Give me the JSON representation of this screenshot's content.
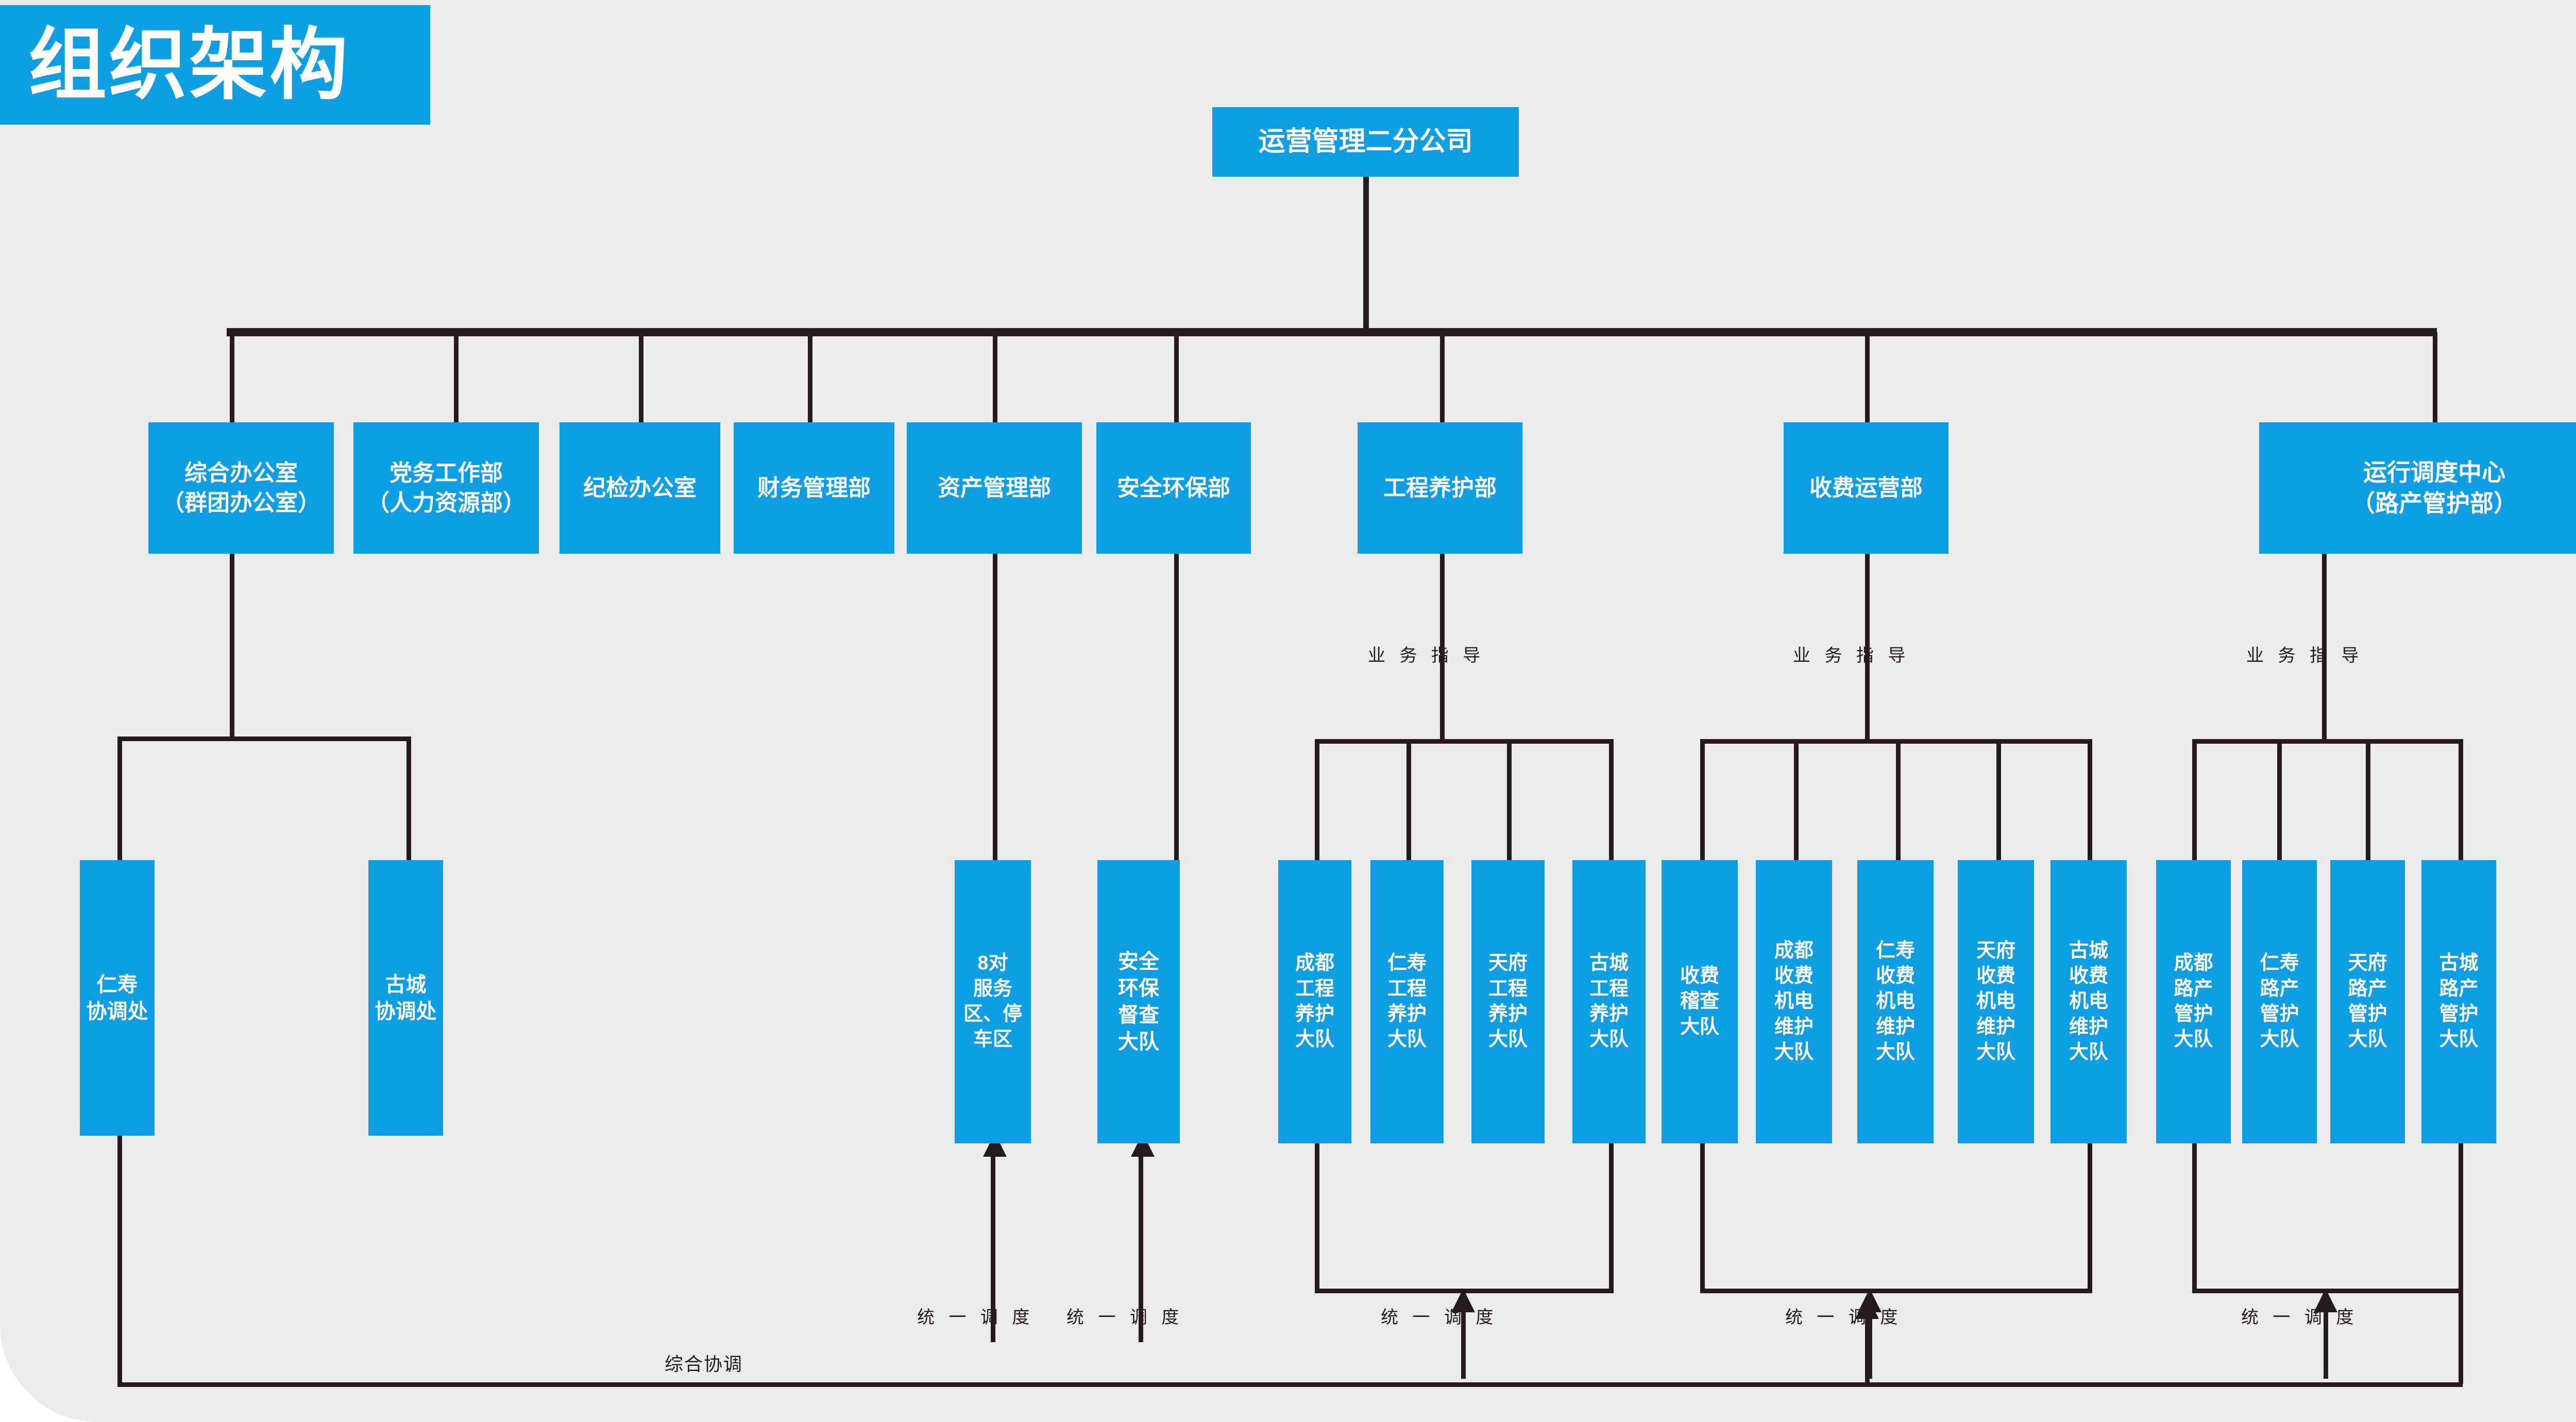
{
  "page": {
    "title": "组织架构",
    "background_color": "#ebebeb",
    "accent_color": "#0d9ee4",
    "line_color": "#241c1c"
  },
  "chart_data": {
    "type": "org-chart",
    "title": "组织架构",
    "root": "运营管理二分公司",
    "levels": [
      {
        "name": "departments",
        "nodes": [
          "综合办公室\n（群团办公室）",
          "党务工作部\n（人力资源部）",
          "纪检办公室",
          "财务管理部",
          "资产管理部",
          "安全环保部",
          "工程养护部",
          "收费运营部",
          "运行调度中心\n（路产管护部）"
        ]
      },
      {
        "name": "units",
        "nodes": [
          "仁寿\n协调处",
          "古城\n协调处",
          "8对\n服务\n区、停\n车区",
          "安全\n环保\n督查\n大队",
          "成都\n工程\n养护\n大队",
          "仁寿\n工程\n养护\n大队",
          "天府\n工程\n养护\n大队",
          "古城\n工程\n养护\n大队",
          "收费\n稽查\n大队",
          "成都\n收费\n机电\n维护\n大队",
          "仁寿\n收费\n机电\n维护\n大队",
          "天府\n收费\n机电\n维护\n大队",
          "古城\n收费\n机电\n维护\n大队",
          "成都\n路产\n管护\n大队",
          "仁寿\n路产\n管护\n大队",
          "天府\n路产\n管护\n大队",
          "古城\n路产\n管护\n大队"
        ]
      }
    ],
    "edge_labels": {
      "business_guidance": "业 务 指 导",
      "unified_dispatch": "统 一 调 度",
      "comprehensive_coordination": "综合协调"
    },
    "relations": [
      {
        "from": "运营管理二分公司",
        "to": "综合办公室（群团办公室）",
        "type": "hierarchy"
      },
      {
        "from": "运营管理二分公司",
        "to": "党务工作部（人力资源部）",
        "type": "hierarchy"
      },
      {
        "from": "运营管理二分公司",
        "to": "纪检办公室",
        "type": "hierarchy"
      },
      {
        "from": "运营管理二分公司",
        "to": "财务管理部",
        "type": "hierarchy"
      },
      {
        "from": "运营管理二分公司",
        "to": "资产管理部",
        "type": "hierarchy"
      },
      {
        "from": "运营管理二分公司",
        "to": "安全环保部",
        "type": "hierarchy"
      },
      {
        "from": "运营管理二分公司",
        "to": "工程养护部",
        "type": "hierarchy"
      },
      {
        "from": "运营管理二分公司",
        "to": "收费运营部",
        "type": "hierarchy"
      },
      {
        "from": "运营管理二分公司",
        "to": "运行调度中心（路产管护部）",
        "type": "hierarchy"
      },
      {
        "from": "综合办公室（群团办公室）",
        "to": "仁寿协调处",
        "type": "hierarchy"
      },
      {
        "from": "综合办公室（群团办公室）",
        "to": "古城协调处",
        "type": "hierarchy"
      },
      {
        "from": "资产管理部",
        "to": "8对服务区、停车区",
        "type": "hierarchy"
      },
      {
        "from": "安全环保部",
        "to": "安全环保督查大队",
        "type": "hierarchy"
      },
      {
        "from": "工程养护部",
        "to": "工程养护大队",
        "type": "业 务 指 导"
      },
      {
        "from": "收费运营部",
        "to": "收费机电维护大队",
        "type": "业 务 指 导"
      },
      {
        "from": "运行调度中心（路产管护部）",
        "to": "路产管护大队",
        "type": "业 务 指 导"
      },
      {
        "from": "运行调度中心（路产管护部）",
        "to": "各大队",
        "type": "统 一 调 度"
      },
      {
        "from": "综合办公室（群团办公室）",
        "to": "运行调度中心（路产管护部）",
        "type": "综合协调"
      }
    ]
  },
  "nodes": {
    "root": {
      "label": "运营管理二分公司"
    },
    "departments": [
      {
        "id": "office",
        "label": "综合办公室\n（群团办公室）"
      },
      {
        "id": "party",
        "label": "党务工作部\n（人力资源部）"
      },
      {
        "id": "discipline",
        "label": "纪检办公室"
      },
      {
        "id": "finance",
        "label": "财务管理部"
      },
      {
        "id": "asset",
        "label": "资产管理部"
      },
      {
        "id": "safety",
        "label": "安全环保部"
      },
      {
        "id": "engineering",
        "label": "工程养护部"
      },
      {
        "id": "toll",
        "label": "收费运营部"
      },
      {
        "id": "dispatch",
        "label": "运行调度中心\n（路产管护部）"
      }
    ],
    "units": [
      {
        "id": "u-renshou-coord",
        "label": "仁寿\n协调处"
      },
      {
        "id": "u-gucheng-coord",
        "label": "古城\n协调处"
      },
      {
        "id": "u-service-areas",
        "label": "8对\n服务\n区、停\n车区"
      },
      {
        "id": "u-safety-insp",
        "label": "安全\n环保\n督查\n大队"
      },
      {
        "id": "u-cd-eng",
        "label": "成都\n工程\n养护\n大队"
      },
      {
        "id": "u-rs-eng",
        "label": "仁寿\n工程\n养护\n大队"
      },
      {
        "id": "u-tf-eng",
        "label": "天府\n工程\n养护\n大队"
      },
      {
        "id": "u-gc-eng",
        "label": "古城\n工程\n养护\n大队"
      },
      {
        "id": "u-toll-audit",
        "label": "收费\n稽查\n大队"
      },
      {
        "id": "u-cd-toll",
        "label": "成都\n收费\n机电\n维护\n大队"
      },
      {
        "id": "u-rs-toll",
        "label": "仁寿\n收费\n机电\n维护\n大队"
      },
      {
        "id": "u-tf-toll",
        "label": "天府\n收费\n机电\n维护\n大队"
      },
      {
        "id": "u-gc-toll",
        "label": "古城\n收费\n机电\n维护\n大队"
      },
      {
        "id": "u-cd-road",
        "label": "成都\n路产\n管护\n大队"
      },
      {
        "id": "u-rs-road",
        "label": "仁寿\n路产\n管护\n大队"
      },
      {
        "id": "u-tf-road",
        "label": "天府\n路产\n管护\n大队"
      },
      {
        "id": "u-gc-road",
        "label": "古城\n路产\n管护\n大队"
      }
    ]
  },
  "labels": {
    "guidance_1": "业 务 指 导",
    "guidance_2": "业 务 指 导",
    "guidance_3": "业 务 指 导",
    "dispatch_1": "统 一 调 度",
    "dispatch_2": "统 一 调 度",
    "dispatch_3": "统 一 调 度",
    "dispatch_4": "统 一 调 度",
    "dispatch_5": "统 一 调 度",
    "coordination": "综合协调"
  }
}
